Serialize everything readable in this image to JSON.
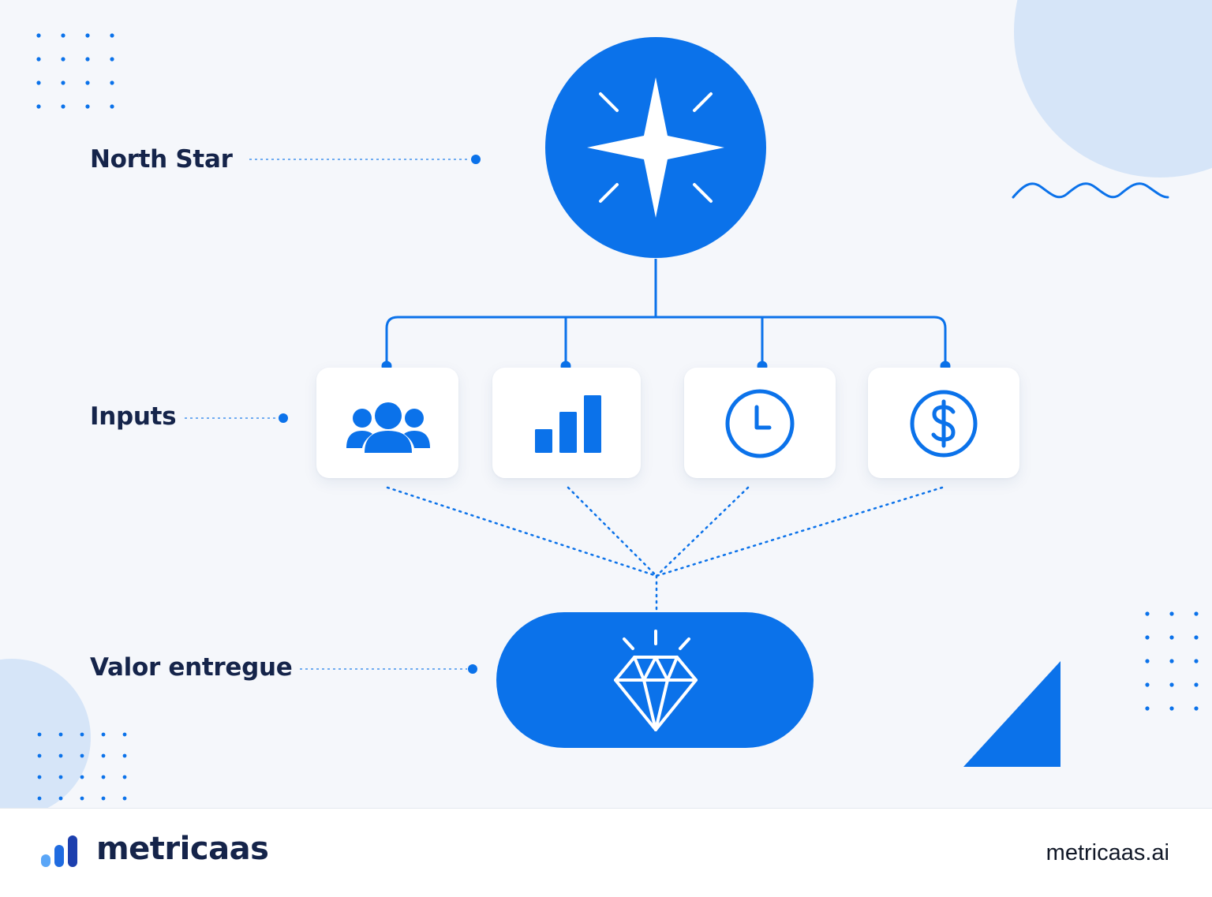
{
  "labels": {
    "north_star": "North Star",
    "inputs": "Inputs",
    "value_delivered": "Valor entregue"
  },
  "nodes": {
    "north_star_icon": "sparkle-star-icon",
    "inputs": [
      {
        "icon": "users-icon"
      },
      {
        "icon": "bar-chart-icon"
      },
      {
        "icon": "clock-icon"
      },
      {
        "icon": "dollar-icon"
      }
    ],
    "value_icon": "diamond-icon"
  },
  "footer": {
    "brand": "metricaas",
    "url": "metricaas.ai"
  },
  "colors": {
    "accent": "#0b72ea",
    "text": "#15244a",
    "background": "#f5f7fb",
    "decor_light": "#d6e5f8"
  }
}
